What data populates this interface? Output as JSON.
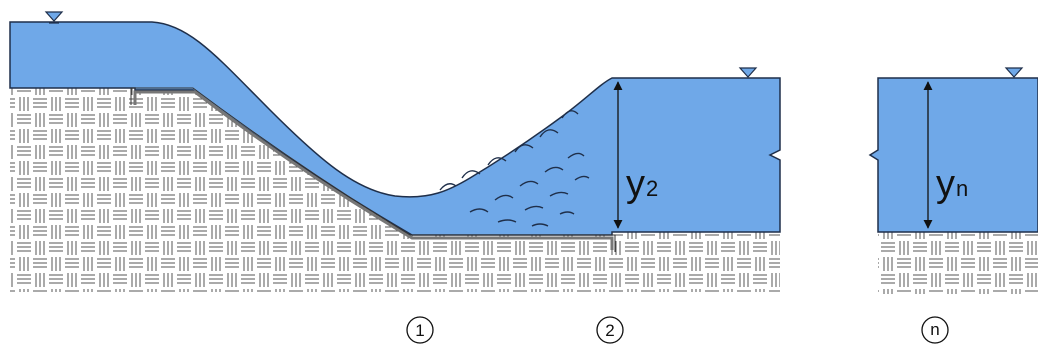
{
  "colors": {
    "water": "#6fa8e8",
    "water_outline": "#1f2f4a",
    "ground_pattern": "#555555",
    "dam_face": "#555555",
    "dam_line": "#777777",
    "marker_fill": "#6fa8e8",
    "text": "#111111"
  },
  "labels": {
    "depth_2": {
      "main": "y",
      "sub": "2"
    },
    "depth_n": {
      "main": "y",
      "sub": "n"
    }
  },
  "sections": [
    {
      "id": "section-1",
      "label": "1"
    },
    {
      "id": "section-2",
      "label": "2"
    },
    {
      "id": "section-n",
      "label": "n"
    }
  ],
  "icons": [
    "water-surface-marker-icon",
    "break-line-icon",
    "dimension-arrow-icon"
  ]
}
